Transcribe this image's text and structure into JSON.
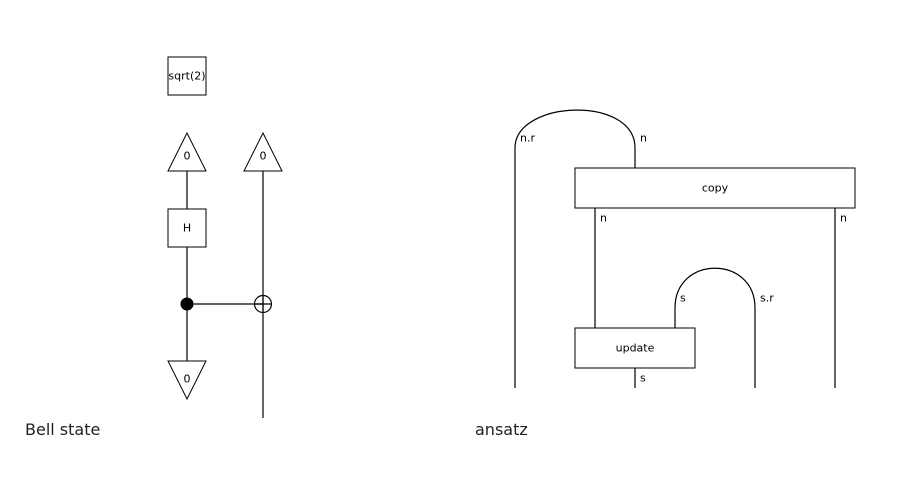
{
  "bell_state": {
    "caption": "Bell state",
    "scalar_label": "sqrt(2)",
    "input_state_1": "0",
    "input_state_2": "0",
    "hadamard_label": "H",
    "output_effect": "0"
  },
  "ansatz": {
    "caption": "ansatz",
    "copy_label": "copy",
    "update_label": "update",
    "wire_labels": {
      "cup_left": "n.r",
      "cup_right": "n",
      "copy_out_left": "n",
      "copy_out_right": "n",
      "inner_cup_left": "s",
      "inner_cup_right": "s.r",
      "update_out": "s"
    }
  }
}
